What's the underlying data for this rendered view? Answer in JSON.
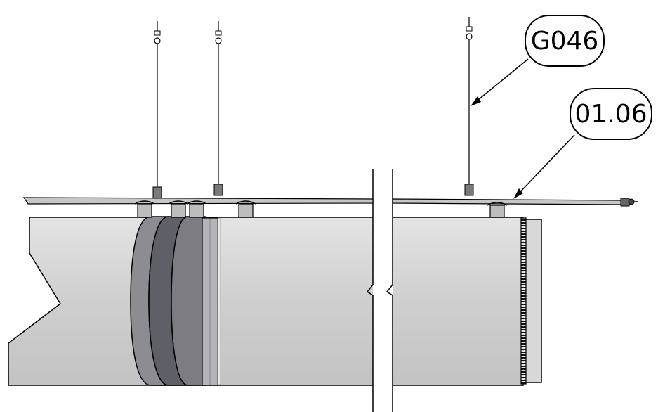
{
  "callouts": [
    {
      "id": "g046",
      "label": "G046"
    },
    {
      "id": "0106",
      "label": "01.06"
    }
  ],
  "colors": {
    "pipe_body": "#cfcfcf",
    "pipe_top": "#e6e6e6",
    "coupling_dark": "#6a6a70",
    "coupling_mid": "#8e8e94",
    "coupling_light": "#aeaeb2",
    "rod": "#333333",
    "rail": "#bdbdbd",
    "outline": "#000000"
  }
}
